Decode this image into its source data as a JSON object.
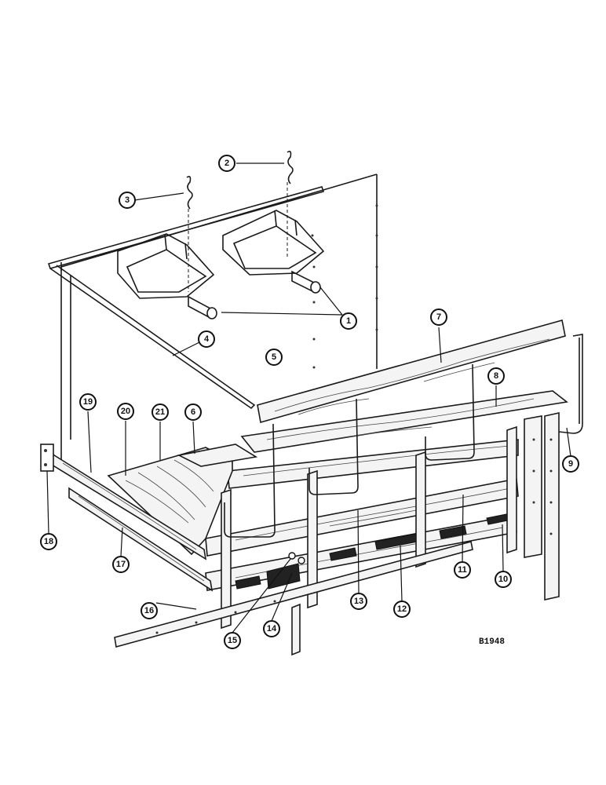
{
  "figure": {
    "reference_code": "B1948"
  },
  "callouts": [
    {
      "id": "c1",
      "label": "1"
    },
    {
      "id": "c2",
      "label": "2"
    },
    {
      "id": "c3",
      "label": "3"
    },
    {
      "id": "c4",
      "label": "4"
    },
    {
      "id": "c5",
      "label": "5"
    },
    {
      "id": "c6",
      "label": "6"
    },
    {
      "id": "c7",
      "label": "7"
    },
    {
      "id": "c8",
      "label": "8"
    },
    {
      "id": "c9",
      "label": "9"
    },
    {
      "id": "c10",
      "label": "10"
    },
    {
      "id": "c11",
      "label": "11"
    },
    {
      "id": "c12",
      "label": "12"
    },
    {
      "id": "c13",
      "label": "13"
    },
    {
      "id": "c14",
      "label": "14"
    },
    {
      "id": "c15",
      "label": "15"
    },
    {
      "id": "c16",
      "label": "16"
    },
    {
      "id": "c17",
      "label": "17"
    },
    {
      "id": "c18",
      "label": "18"
    },
    {
      "id": "c19",
      "label": "19"
    },
    {
      "id": "c20",
      "label": "20"
    },
    {
      "id": "c21",
      "label": "21"
    }
  ]
}
